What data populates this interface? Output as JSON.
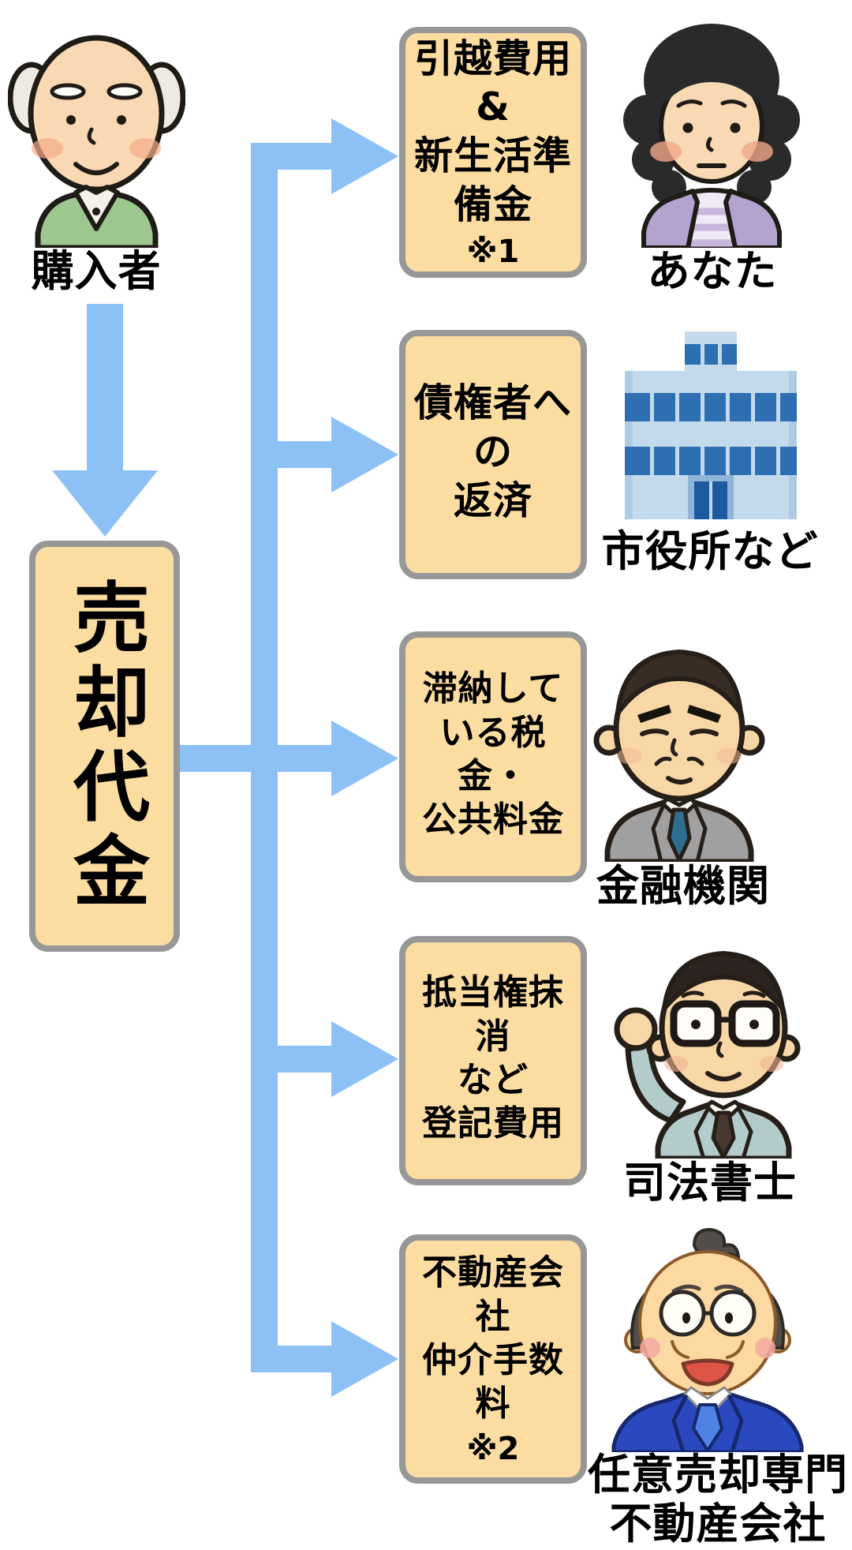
{
  "colors": {
    "arrow_blue": "#8DC1F6",
    "box_fill": "#FBDCA1",
    "box_border": "#979797",
    "text": "#000000",
    "background": "#FFFFFF"
  },
  "source": {
    "caption": "購入者",
    "illustration": "elderly-man"
  },
  "proceeds": {
    "label": "売却代金"
  },
  "branches": [
    {
      "box": "引越費用\n&\n新生活準\n備金",
      "note": "※1",
      "caption": "あなた",
      "illustration": "woman-curly-hair"
    },
    {
      "box": "債権者へ\nの\n返済",
      "note": "",
      "caption": "市役所など",
      "illustration": "city-hall-building"
    },
    {
      "box": "滞納して\nいる税金・\n公共料金",
      "note": "",
      "caption": "金融機関",
      "illustration": "bank-officer-man"
    },
    {
      "box": "抵当権抹消\nなど\n登記費用",
      "note": "",
      "caption": "司法書士",
      "illustration": "judicial-scrivener-man"
    },
    {
      "box": "不動産会社\n仲介手数料",
      "note": "※2",
      "caption": "任意売却専門\n不動産会社",
      "illustration": "real-estate-agent-man"
    }
  ]
}
